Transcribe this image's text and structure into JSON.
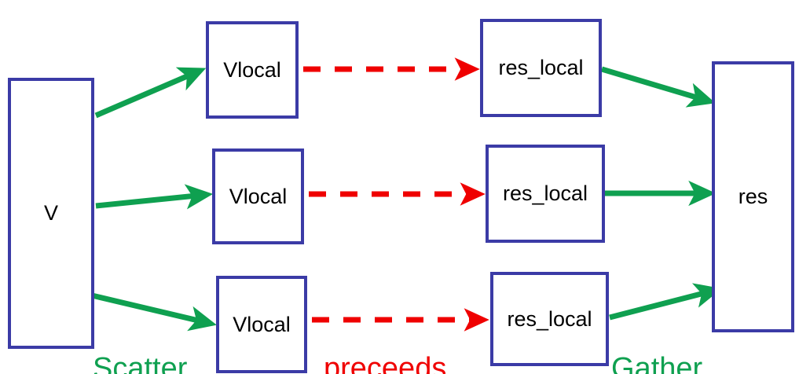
{
  "diagram": {
    "title": "Scatter preceeds Gather",
    "colors": {
      "box_border": "#3b3ba6",
      "scatter_arrow": "#0fa050",
      "gather_arrow": "#0fa050",
      "compute_arrow": "#ef0000",
      "partition_divider": "#000000",
      "text": "#000000"
    },
    "source": {
      "label": "V",
      "partitions": 3
    },
    "sink": {
      "label": "res"
    },
    "rows": [
      {
        "input_label": "Vlocal",
        "output_label": "res_local"
      },
      {
        "input_label": "Vlocal",
        "output_label": "res_local"
      },
      {
        "input_label": "Vlocal",
        "output_label": "res_local"
      }
    ],
    "caption": {
      "scatter": "Scatter",
      "preceeds": "preceeds",
      "gather": "Gather"
    }
  }
}
